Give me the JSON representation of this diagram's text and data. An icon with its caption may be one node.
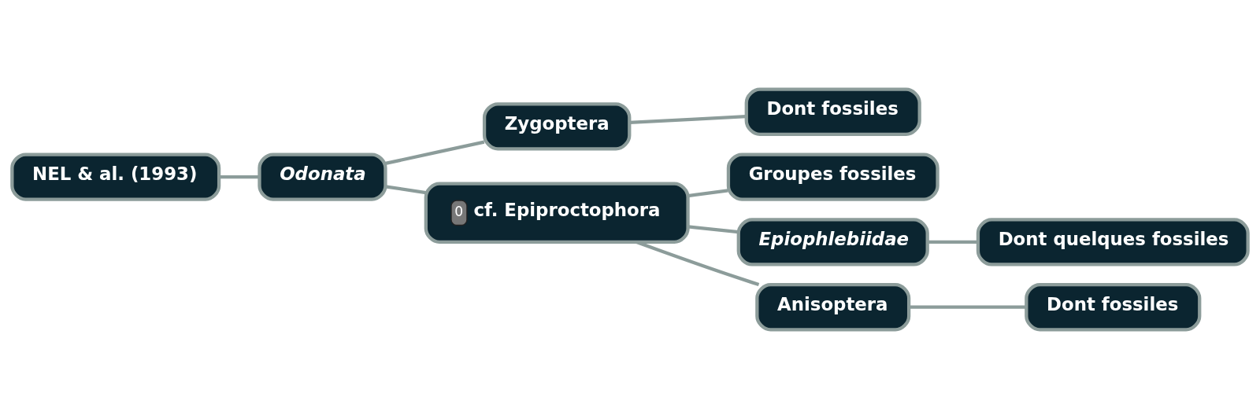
{
  "diagram": {
    "nodes": [
      {
        "text": [
          "NEL & al. (1993)"
        ]
      },
      {
        "text": [
          "Odonata"
        ]
      },
      {
        "text": [
          "Zygoptera"
        ]
      },
      {
        "text": [
          "Dont fossiles"
        ]
      },
      {
        "text": [
          "0",
          "cf. Epiproctophora"
        ]
      },
      {
        "text": [
          "Groupes fossiles"
        ]
      },
      {
        "text": [
          "Epiophlebiidae"
        ]
      },
      {
        "text": [
          "Dont quelques fossiles"
        ]
      },
      {
        "text": [
          "Anisoptera"
        ]
      },
      {
        "text": [
          "Dont fossiles"
        ]
      }
    ],
    "edges": [
      {
        "from": 0,
        "to": 1,
        "arrow": "none"
      },
      {
        "from": 1,
        "to": 2,
        "arrow": "none"
      },
      {
        "from": 1,
        "to": 4,
        "arrow": "none"
      },
      {
        "from": 2,
        "to": 3,
        "arrow": "none"
      },
      {
        "from": 4,
        "to": 5,
        "arrow": "none"
      },
      {
        "from": 4,
        "to": 6,
        "arrow": "none"
      },
      {
        "from": 4,
        "to": 8,
        "arrow": "none"
      },
      {
        "from": 6,
        "to": 7,
        "arrow": "none"
      },
      {
        "from": 8,
        "to": 9,
        "arrow": "none"
      }
    ]
  }
}
